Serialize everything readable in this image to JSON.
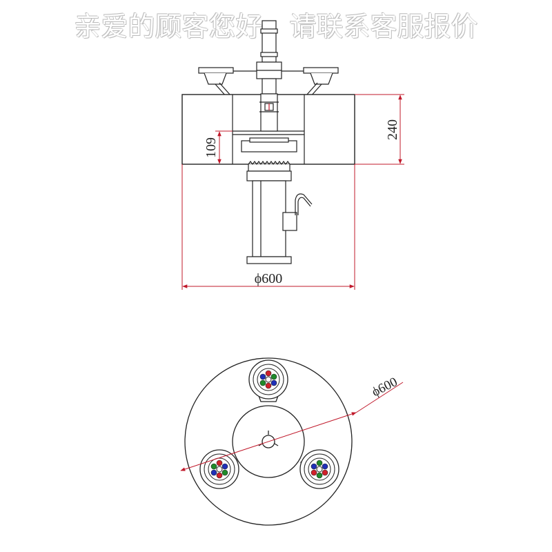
{
  "watermark": {
    "text": "亲爱的顾客您好，请联系客服报价"
  },
  "side_view": {
    "dim_height_total": "240",
    "dim_height_inner": "109",
    "dim_diameter": "ϕ600"
  },
  "top_view": {
    "dim_diameter": "ϕ600"
  },
  "colors": {
    "line": "#222222",
    "dimension": "#c0182a",
    "led_red": "#d0202a",
    "led_green": "#1f8a2a",
    "led_blue": "#1f2fb8"
  }
}
